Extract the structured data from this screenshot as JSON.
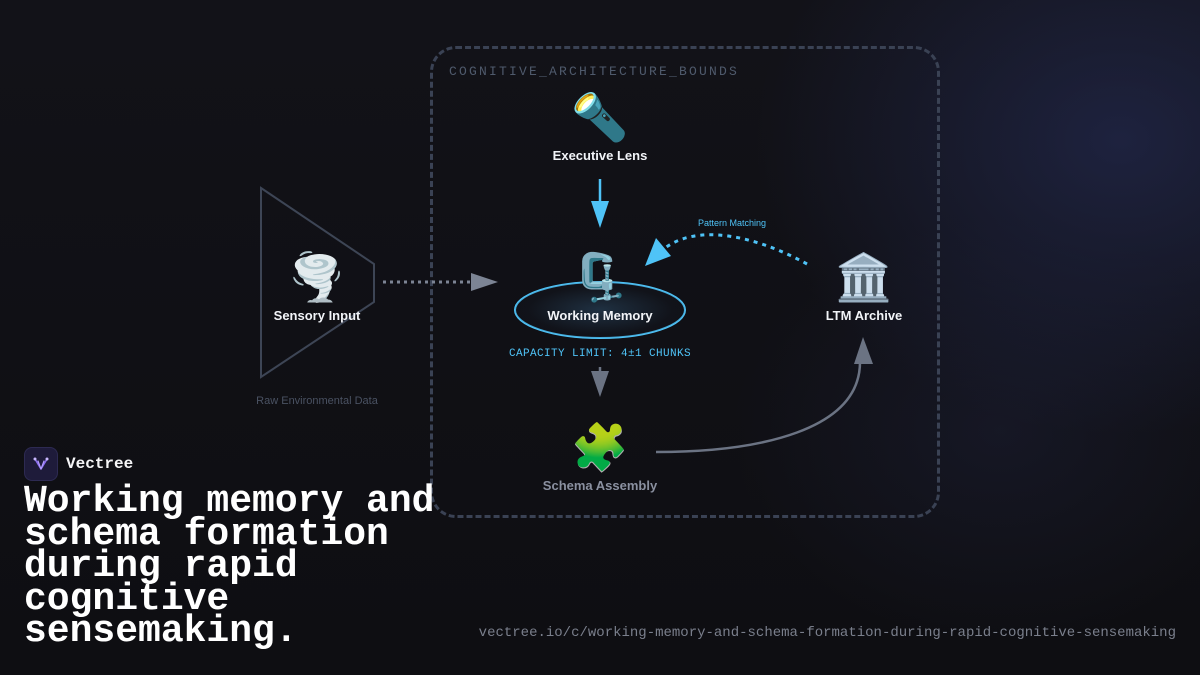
{
  "boundary": {
    "label": "COGNITIVE_ARCHITECTURE_BOUNDS"
  },
  "nodes": {
    "sensory_input": {
      "label": "Sensory Input",
      "icon": "tornado-icon",
      "glyph": "🌪️",
      "caption": "Raw Environmental Data"
    },
    "executive_lens": {
      "label": "Executive Lens",
      "icon": "flashlight-icon",
      "glyph": "🔦"
    },
    "working_memory": {
      "label": "Working Memory",
      "icon": "clamp-icon",
      "glyph": "🗜️",
      "capacity": "CAPACITY LIMIT: 4±1 CHUNKS"
    },
    "ltm_archive": {
      "label": "LTM Archive",
      "icon": "classical-building-icon",
      "glyph": "🏛️"
    },
    "schema_assembly": {
      "label": "Schema Assembly",
      "icon": "puzzle-piece-icon",
      "glyph": "🧩"
    }
  },
  "edges": {
    "pattern_matching": {
      "label": "Pattern Matching"
    }
  },
  "brand": {
    "name": "Vectree"
  },
  "headline": "Working memory and schema formation during rapid cognitive sensemaking.",
  "url": "vectree.io/c/working-memory-and-schema-formation-during-rapid-cognitive-sensemaking",
  "colors": {
    "background": "#0f0f13",
    "accent": "#4fc3f7",
    "muted_arrow": "#6b7383",
    "boundary": "#3a4254"
  }
}
